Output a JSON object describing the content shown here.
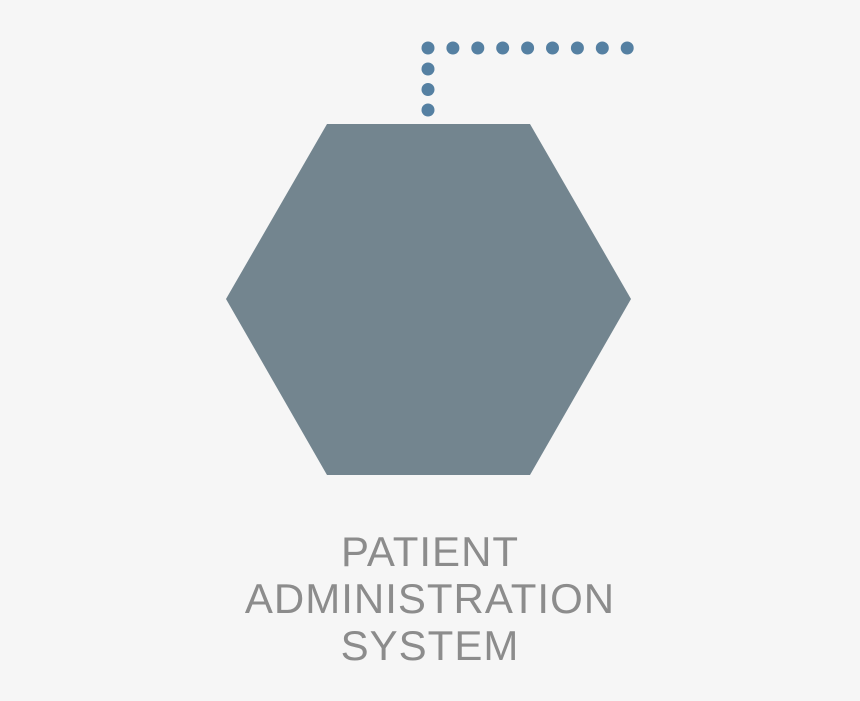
{
  "colors": {
    "background": "#f6f6f6",
    "hexagon": "#73858f",
    "connector_dots": "#5580a2",
    "label_text": "#8c8c8c"
  },
  "node": {
    "shape": "hexagon",
    "label_lines": [
      "PATIENT",
      "ADMINISTRATION",
      "SYSTEM"
    ]
  },
  "connector": {
    "style": "dotted",
    "direction": "up-then-right",
    "vertical_dot_count": 3,
    "horizontal_dot_count": 9
  }
}
